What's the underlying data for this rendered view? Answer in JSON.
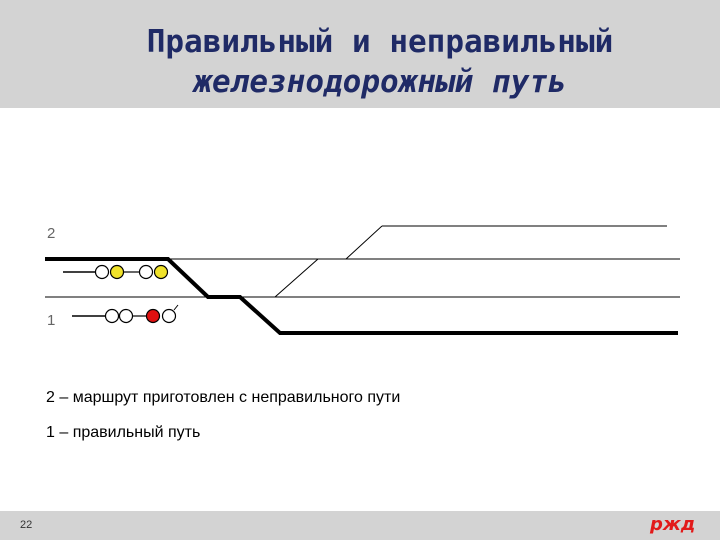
{
  "title": {
    "line1": "Правильный и неправильный",
    "line2": "железнодорожный путь"
  },
  "diagram": {
    "track_labels": [
      "2",
      "1"
    ],
    "signal_colors": {
      "yellow": "#f0e22a",
      "red": "#e01010",
      "off": "#ffffff"
    }
  },
  "legend": [
    "2 – маршрут приготовлен с неправильного пути",
    "1 – правильный путь"
  ],
  "footer": {
    "page_number": "22",
    "logo": "ржд"
  },
  "colors": {
    "title": "#1f2a66",
    "header_bg": "#d3d3d3",
    "logo": "#e21a1a"
  }
}
